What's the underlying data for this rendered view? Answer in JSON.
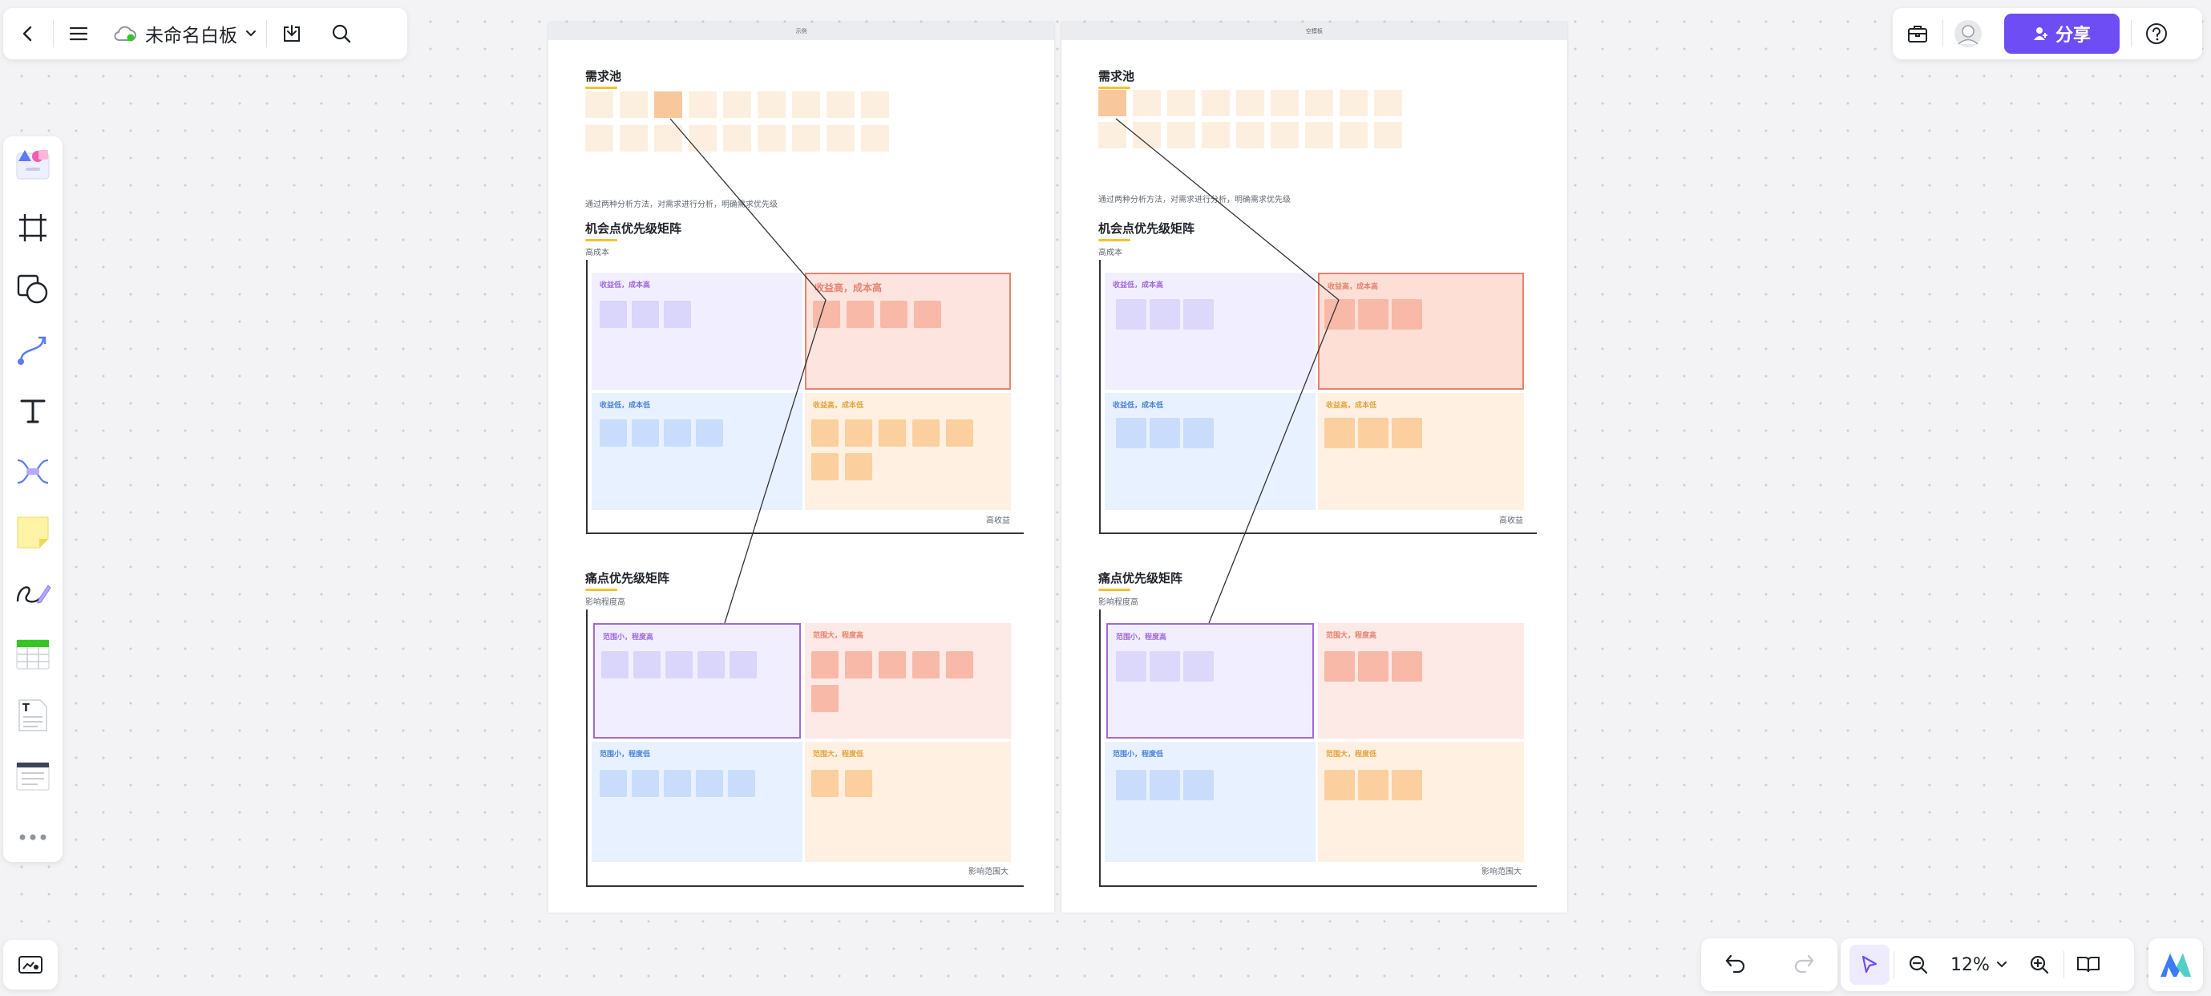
{
  "toolbar": {
    "board_title": "未命名白板",
    "share_label": "分享",
    "zoom_level": "12%"
  },
  "icons": [
    "back-icon",
    "menu-icon",
    "cloud-sync-icon",
    "chevron-down-icon",
    "download-icon",
    "search-icon",
    "toolbox-icon",
    "avatar",
    "user-add-icon",
    "help-icon",
    "template-icon",
    "frame-icon",
    "shape-icon",
    "connector-icon",
    "text-icon",
    "mindmap-icon",
    "sticky-note-icon",
    "pen-icon",
    "table-icon",
    "text-doc-icon",
    "list-doc-icon",
    "more-icon",
    "minimap-icon",
    "undo-icon",
    "redo-icon",
    "pointer-icon",
    "zoom-out-icon",
    "zoom-in-icon",
    "book-icon",
    "app-logo-icon"
  ],
  "frames": [
    {
      "header": "示例",
      "pool_title": "需求池",
      "desc": "通过两种分析方法，对需求进行分析，明确需求优先级",
      "matrix1": {
        "title": "机会点优先级矩阵",
        "y_label": "高成本",
        "x_label": "高收益",
        "quadrants": [
          "收益低，成本高",
          "收益高，成本高",
          "收益低，成本低",
          "收益高，成本低"
        ]
      },
      "matrix2": {
        "title": "痛点优先级矩阵",
        "y_label": "影响程度高",
        "x_label": "影响范围大",
        "quadrants": [
          "范围小，程度高",
          "范围大，程度高",
          "范围小，程度低",
          "范围大，程度低"
        ]
      }
    },
    {
      "header": "空模板",
      "pool_title": "需求池",
      "desc": "通过两种分析方法，对需求进行分析，明确需求优先级",
      "matrix1": {
        "title": "机会点优先级矩阵",
        "y_label": "高成本",
        "x_label": "高收益",
        "quadrants": [
          "收益低，成本高",
          "收益高，成本高",
          "收益低，成本低",
          "收益高，成本低"
        ]
      },
      "matrix2": {
        "title": "痛点优先级矩阵",
        "y_label": "影响程度高",
        "x_label": "影响范围大",
        "quadrants": [
          "范围小，程度高",
          "范围大，程度高",
          "范围小，程度低",
          "范围大，程度低"
        ]
      }
    }
  ],
  "colors": {
    "accent": "#6e4df5",
    "purple_quad": "#f1efff",
    "red_quad": "#fde9e5",
    "blue_quad": "#e8f1ff",
    "orange_quad": "#fff0e2"
  }
}
